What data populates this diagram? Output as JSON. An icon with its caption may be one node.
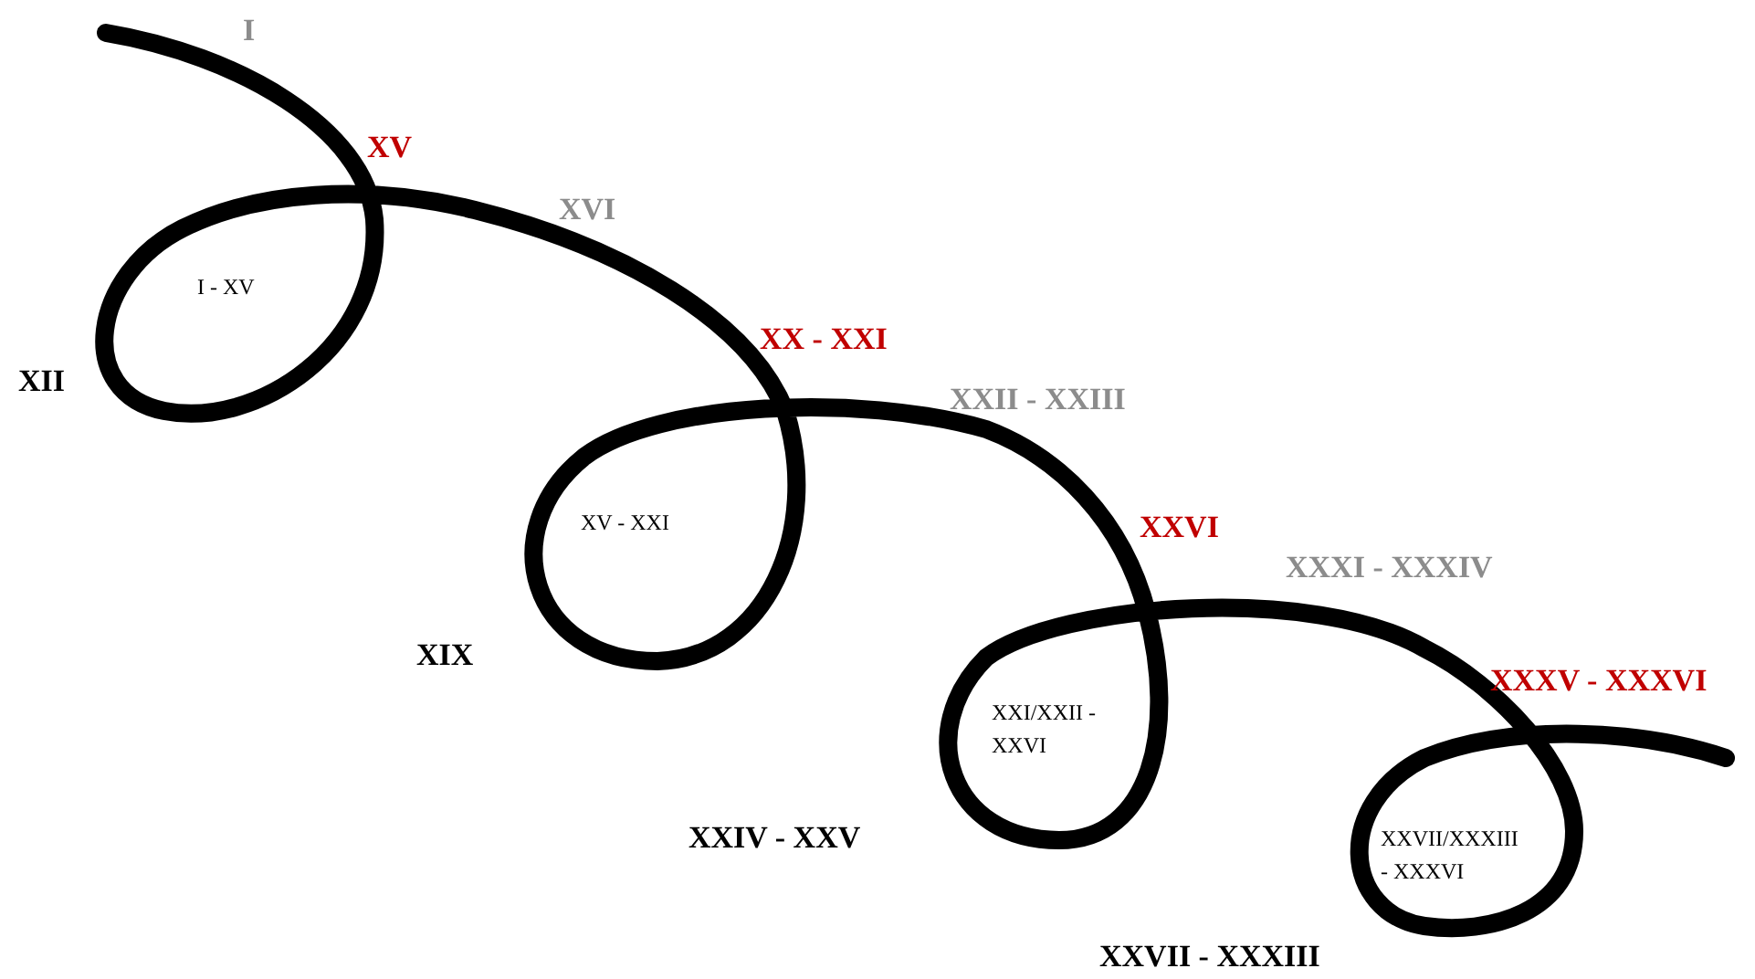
{
  "diagram": {
    "labels": [
      "I",
      "XV",
      "XVI",
      "I - XV",
      "XII",
      "XX - XXI",
      "XXII - XXIII",
      "XV - XXI",
      "XXVI",
      "XIX",
      "XXXI - XXXIV",
      "XXXV - XXXVI",
      "XXI/XXII - XXVI",
      "XXIV - XXV",
      "XXVII/XXXIII - XXXVI",
      "XXVII - XXXIII"
    ]
  }
}
